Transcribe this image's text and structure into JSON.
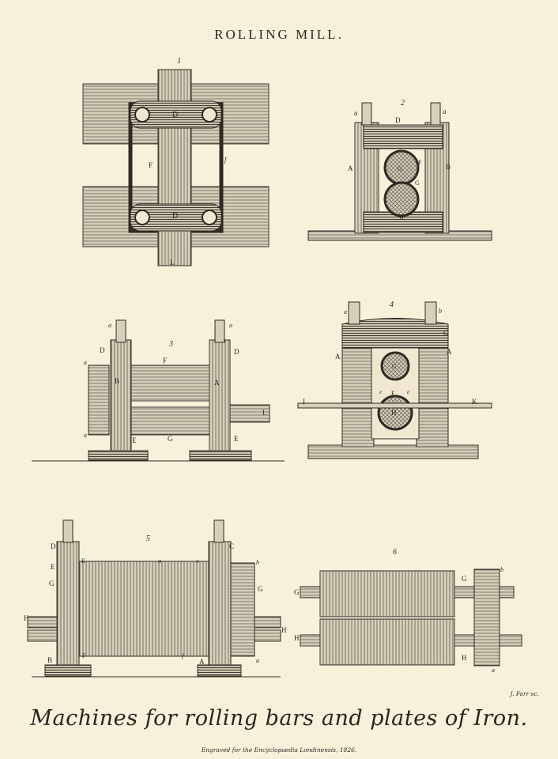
{
  "title": "ROLLING MILL.",
  "caption": "Machines for rolling bars and plates of Iron.",
  "imprint": "Engraved for the Encyclopaedia Londinensis, 1826.",
  "engraver": "J. Farr sc.",
  "figures": {
    "fig1": {
      "number": "1",
      "labels": [
        "D",
        "D",
        "F",
        "f",
        "L"
      ]
    },
    "fig2": {
      "number": "2",
      "labels": [
        "a",
        "a",
        "D",
        "A",
        "B",
        "F",
        "G",
        "G",
        "H"
      ]
    },
    "fig3": {
      "number": "3",
      "labels": [
        "a",
        "a",
        "D",
        "D",
        "F",
        "B",
        "A",
        "a",
        "a",
        "L",
        "E",
        "E",
        "G"
      ]
    },
    "fig4": {
      "number": "4",
      "labels": [
        "a",
        "b",
        "C",
        "A",
        "A",
        "G",
        "F",
        "e",
        "e",
        "H",
        "I",
        "K"
      ]
    },
    "fig5": {
      "number": "5",
      "labels": [
        "D",
        "E",
        "G",
        "H",
        "B",
        "E",
        "a",
        "c",
        "C",
        "b",
        "G",
        "H",
        "F",
        "f",
        "A",
        "a"
      ]
    },
    "fig6": {
      "number": "6",
      "labels": [
        "b",
        "G",
        "G",
        "H",
        "H",
        "a"
      ]
    }
  }
}
